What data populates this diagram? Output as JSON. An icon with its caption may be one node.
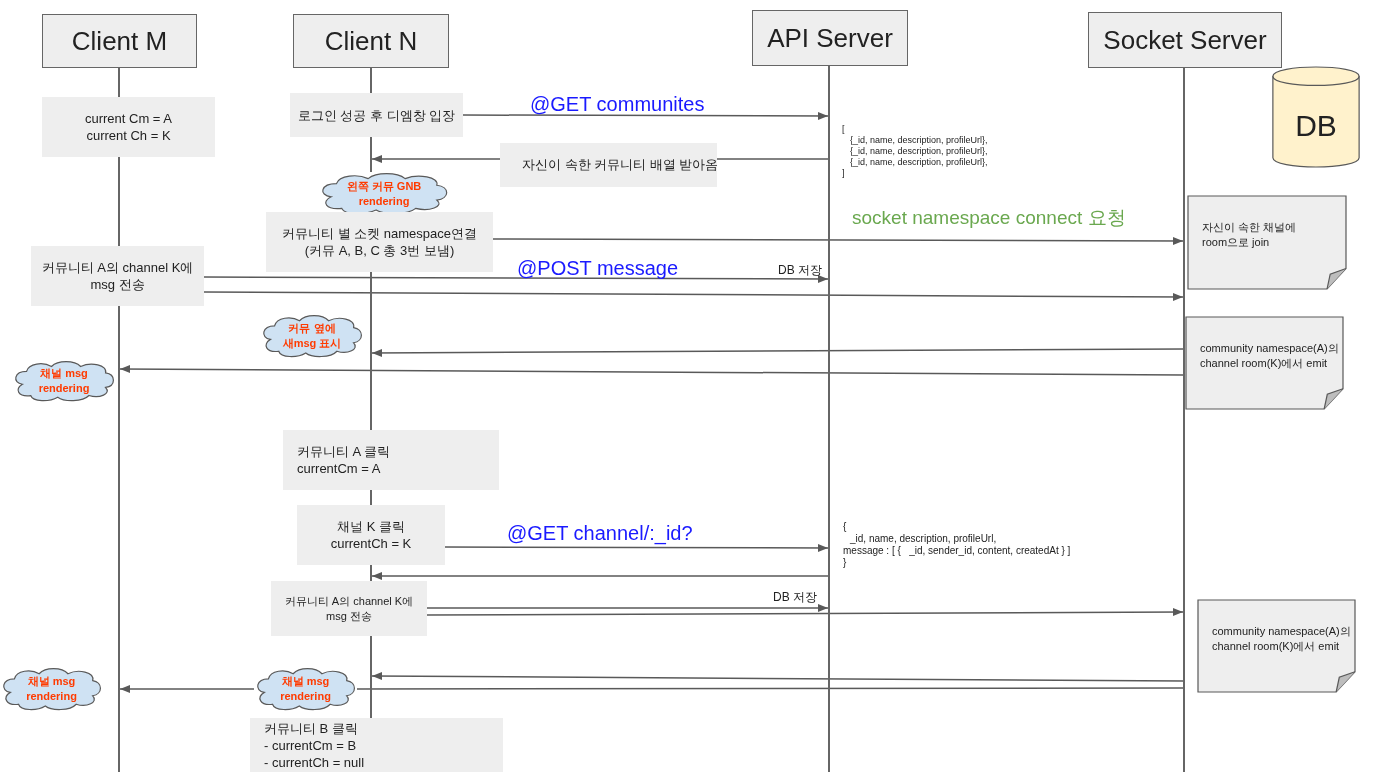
{
  "diagram": {
    "nodes": [
      {
        "text": [
          "Client M"
        ]
      },
      {
        "text": [
          "Client N"
        ]
      },
      {
        "text": [
          "API Server"
        ]
      },
      {
        "text": [
          "Socket Server"
        ]
      },
      {
        "text": [],
        "shape": "bar"
      },
      {
        "text": [],
        "shape": "bar"
      },
      {
        "text": [],
        "shape": "bar"
      },
      {
        "text": [],
        "shape": "bar"
      },
      {
        "text": [],
        "shape": "bar"
      },
      {
        "text": [],
        "shape": "bar"
      },
      {
        "text": [],
        "shape": "bar"
      },
      {
        "text": [
          "DB"
        ]
      },
      {
        "text": [
          "current Cm = A current Ch = K"
        ]
      },
      {
        "text": [
          "로그인 성공 후 디엠창 입장"
        ]
      },
      {
        "text": [
          "왼쪽 커뮤 GNB rendering"
        ]
      },
      {
        "text": [
          "커뮤니티 별 소켓 namespace연결 (커뮤 A, B, C 총 3번 보냄)"
        ]
      },
      {
        "text": [
          "자신이 속한 채널에 room으로 join"
        ]
      },
      {
        "text": [
          "커뮤니티 A의 channel K에 msg 전송"
        ]
      },
      {
        "text": [
          "커뮤 옆에 새msg 표시"
        ]
      },
      {
        "text": [
          "community namespace(A)의 channel room(K)에서 emit"
        ]
      },
      {
        "text": [
          "채널 msg rendering"
        ]
      },
      {
        "text": [
          "커뮤니티 A 클릭 currentCm = A"
        ]
      },
      {
        "text": [
          "채널 K 클릭 currentCh = K"
        ]
      },
      {
        "text": [
          "커뮤니티 A의 channel K에 msg 전송"
        ]
      },
      {
        "text": [
          "community namespace(A)의 channel room(K)에서 emit"
        ]
      },
      {
        "text": [
          "채널 msg rendering"
        ]
      },
      {
        "text": [
          "채널 msg rendering"
        ]
      },
      {
        "text": [
          "커뮤니티 B 클릭",
          "- currentCm = B",
          "- currentCh = null"
        ]
      },
      {
        "text": [],
        "shape": "bar"
      },
      {
        "text": [],
        "shape": "bar"
      },
      {
        "text": [],
        "shape": "bar"
      },
      {
        "text": [],
        "shape": "bar"
      }
    ],
    "edges": [
      {
        "from": 13,
        "to": 9,
        "arrow": "to",
        "label": "@GET communites"
      },
      {
        "from": 9,
        "to": 5,
        "arrow": "to",
        "label": "자신이 속한 커뮤니티 배열 받아옴"
      },
      {
        "from": 15,
        "to": 10,
        "arrow": "to",
        "label": "socket namespace connect 요청"
      },
      {
        "from": 17,
        "to": 9,
        "arrow": "to",
        "label": "@POST message"
      },
      {
        "from": 17,
        "to": 10,
        "arrow": "to"
      },
      {
        "from": 10,
        "to": 6,
        "arrow": "to"
      },
      {
        "from": 10,
        "to": 4,
        "arrow": "to"
      },
      {
        "from": 22,
        "to": 9,
        "arrow": "to",
        "label": "@GET channel/:_id?"
      },
      {
        "from": 9,
        "to": 7,
        "arrow": "to"
      },
      {
        "from": 23,
        "to": 9,
        "arrow": "to"
      },
      {
        "from": 23,
        "to": 10,
        "arrow": "to"
      },
      {
        "from": 10,
        "to": 8,
        "arrow": "to"
      },
      {
        "from": 10,
        "to": 26,
        "arrow": "none"
      },
      {
        "from": 26,
        "to": 4,
        "arrow": "to"
      }
    ],
    "labels": [
      "[",
      "{_id, name, description, profileUrl},",
      "{_id, name, description, profileUrl},",
      "{_id, name, description, profileUrl},",
      "]",
      "DB 저장",
      "{",
      "_id, name, description, profileUrl,",
      "message : [ {   _id, sender_id, content, createdAt } ]",
      "}",
      "DB 저장"
    ]
  }
}
